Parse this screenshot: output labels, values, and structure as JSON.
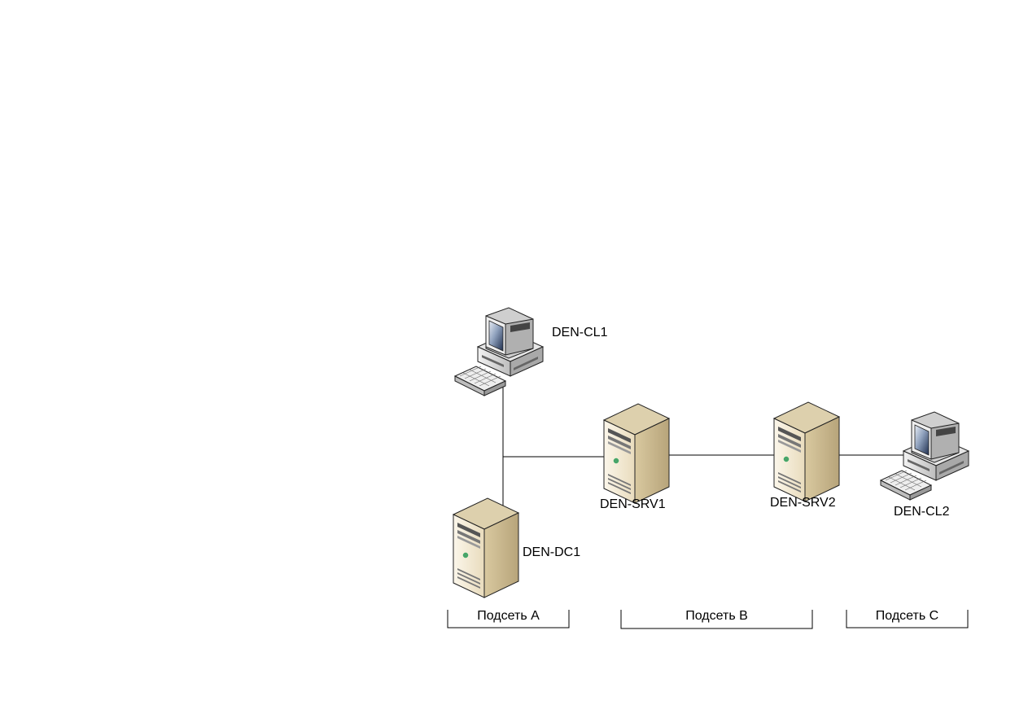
{
  "nodes": {
    "den_cl1": {
      "label": "DEN-CL1",
      "icon": "workstation-icon"
    },
    "den_dc1": {
      "label": "DEN-DC1",
      "icon": "server-icon"
    },
    "den_srv1": {
      "label": "DEN-SRV1",
      "icon": "server-icon"
    },
    "den_srv2": {
      "label": "DEN-SRV2",
      "icon": "server-icon"
    },
    "den_cl2": {
      "label": "DEN-CL2",
      "icon": "workstation-icon"
    }
  },
  "subnets": {
    "a": {
      "label": "Подсеть A"
    },
    "b": {
      "label": "Подсеть B"
    },
    "c": {
      "label": "Подсеть C"
    }
  },
  "colors": {
    "case_front": "#f3ead6",
    "case_side": "#c9b98f",
    "case_top": "#ddd0ad",
    "monitor_frame": "#d6d6d6",
    "screen": "#2a3e60",
    "line": "#000000"
  }
}
